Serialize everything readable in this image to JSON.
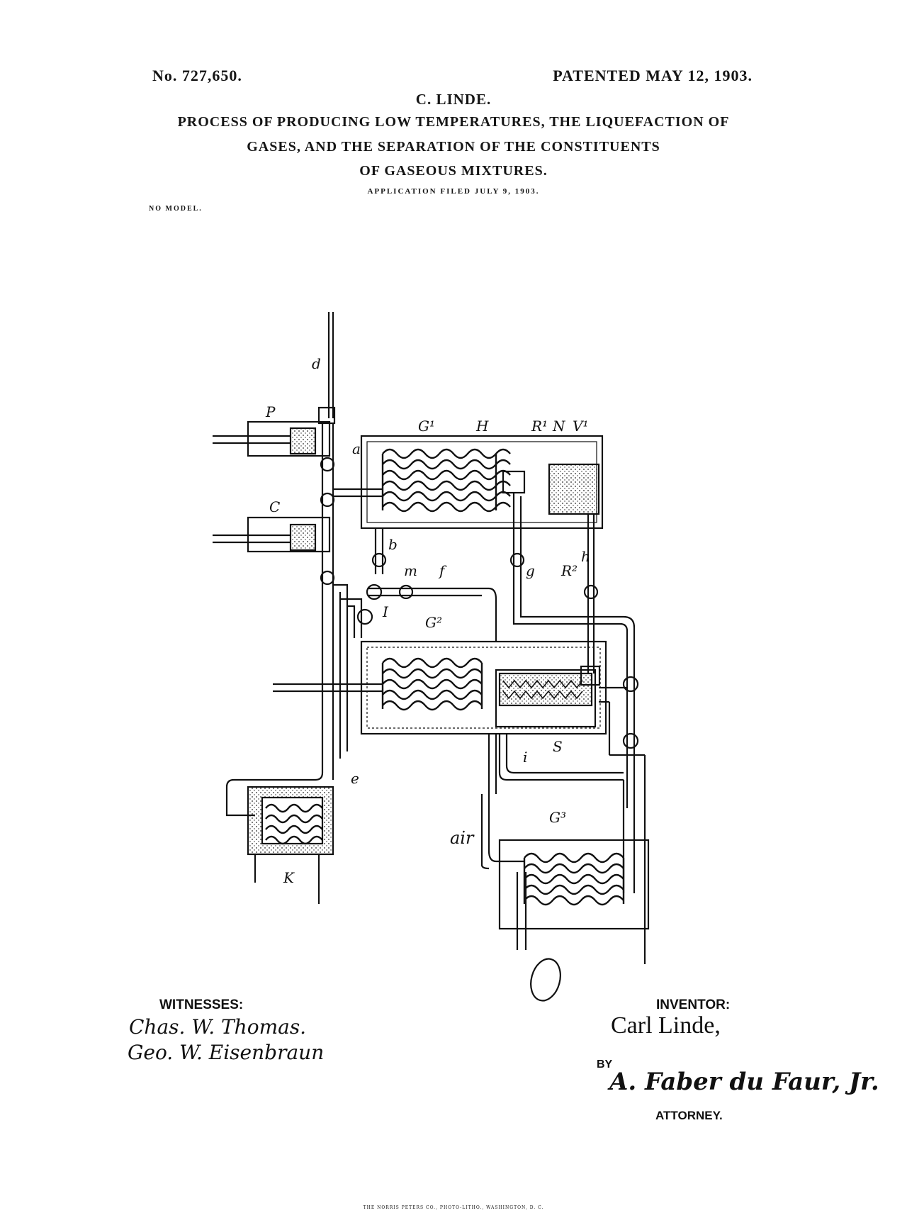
{
  "header": {
    "patent_number": "No. 727,650.",
    "patent_date": "PATENTED MAY 12, 1903.",
    "inventor_name": "C. LINDE.",
    "title_line_1": "PROCESS OF PRODUCING LOW TEMPERATURES, THE LIQUEFACTION OF",
    "title_line_2": "GASES, AND THE SEPARATION OF THE CONSTITUENTS",
    "title_line_3": "OF GASEOUS MIXTURES.",
    "application": "APPLICATION FILED JULY 9, 1903.",
    "model": "NO MODEL."
  },
  "signatures": {
    "witnesses_label": "WITNESSES:",
    "witness_1": "Chas. W. Thomas.",
    "witness_2": "Geo. W. Eisenbraun",
    "inventor_label": "INVENTOR:",
    "inventor_signature": "Carl Linde,",
    "by_label": "BY",
    "attorney_signature": "A. Faber du Faur, Jr.",
    "attorney_label": "ATTORNEY."
  },
  "figure_labels": {
    "d": "d",
    "P": "P",
    "C": "C",
    "a": "a",
    "G1": "G¹",
    "H": "H",
    "R1": "R¹",
    "N": "N",
    "V1": "V¹",
    "b": "b",
    "m": "m",
    "f": "f",
    "g": "g",
    "R2": "R²",
    "h": "h",
    "G2": "G²",
    "I": "I",
    "e": "e",
    "K": "K",
    "S": "S",
    "i": "i",
    "air": "air",
    "G3": "G³"
  },
  "footer": "THE NORRIS PETERS CO., PHOTO-LITHO., WASHINGTON, D. C."
}
